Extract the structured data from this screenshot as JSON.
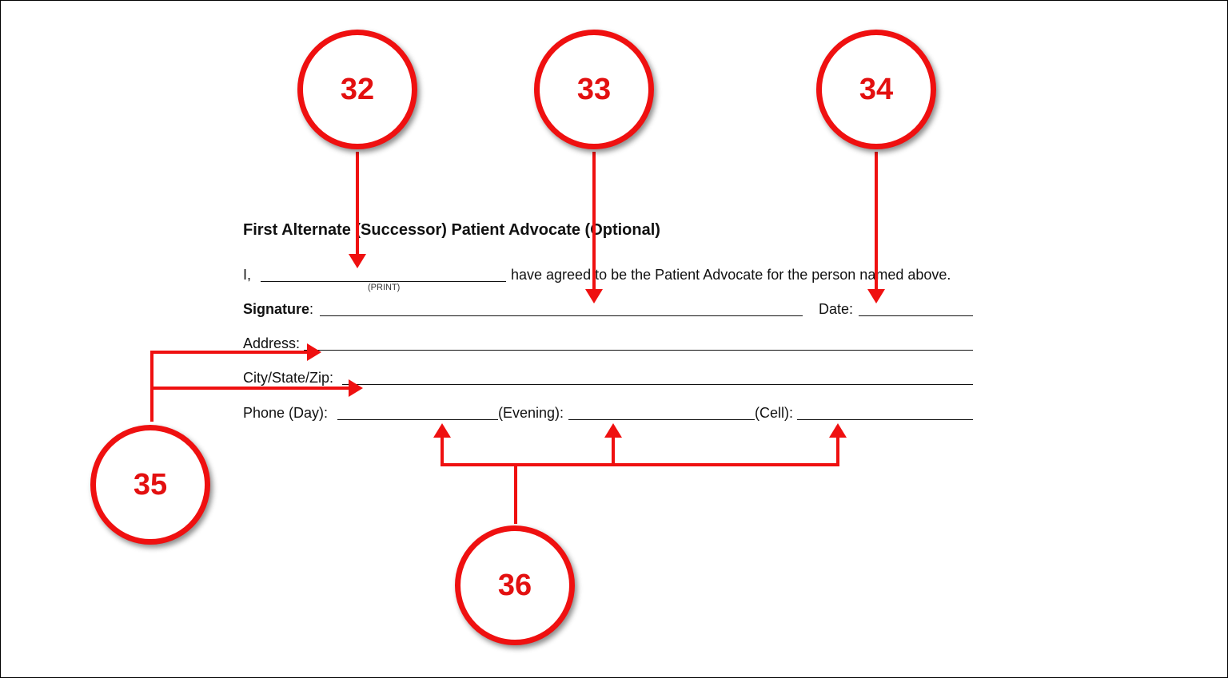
{
  "form": {
    "title": "First Alternate (Successor) Patient Advocate (Optional)",
    "line1_prefix": "I,",
    "line1_print_caption": "(PRINT)",
    "line1_suffix": "have agreed to be the Patient Advocate for the person named above.",
    "signature_label": "Signature",
    "signature_colon": ":",
    "date_label": "Date:",
    "address_label": "Address:",
    "city_label": "City/State/Zip:",
    "phone_day_label": "Phone (Day):",
    "phone_evening_label": "(Evening):",
    "phone_cell_label": "(Cell):"
  },
  "callouts": [
    {
      "number": "32"
    },
    {
      "number": "33"
    },
    {
      "number": "34"
    },
    {
      "number": "35"
    },
    {
      "number": "36"
    }
  ],
  "colors": {
    "accent": "#ef1010",
    "text": "#111111"
  }
}
